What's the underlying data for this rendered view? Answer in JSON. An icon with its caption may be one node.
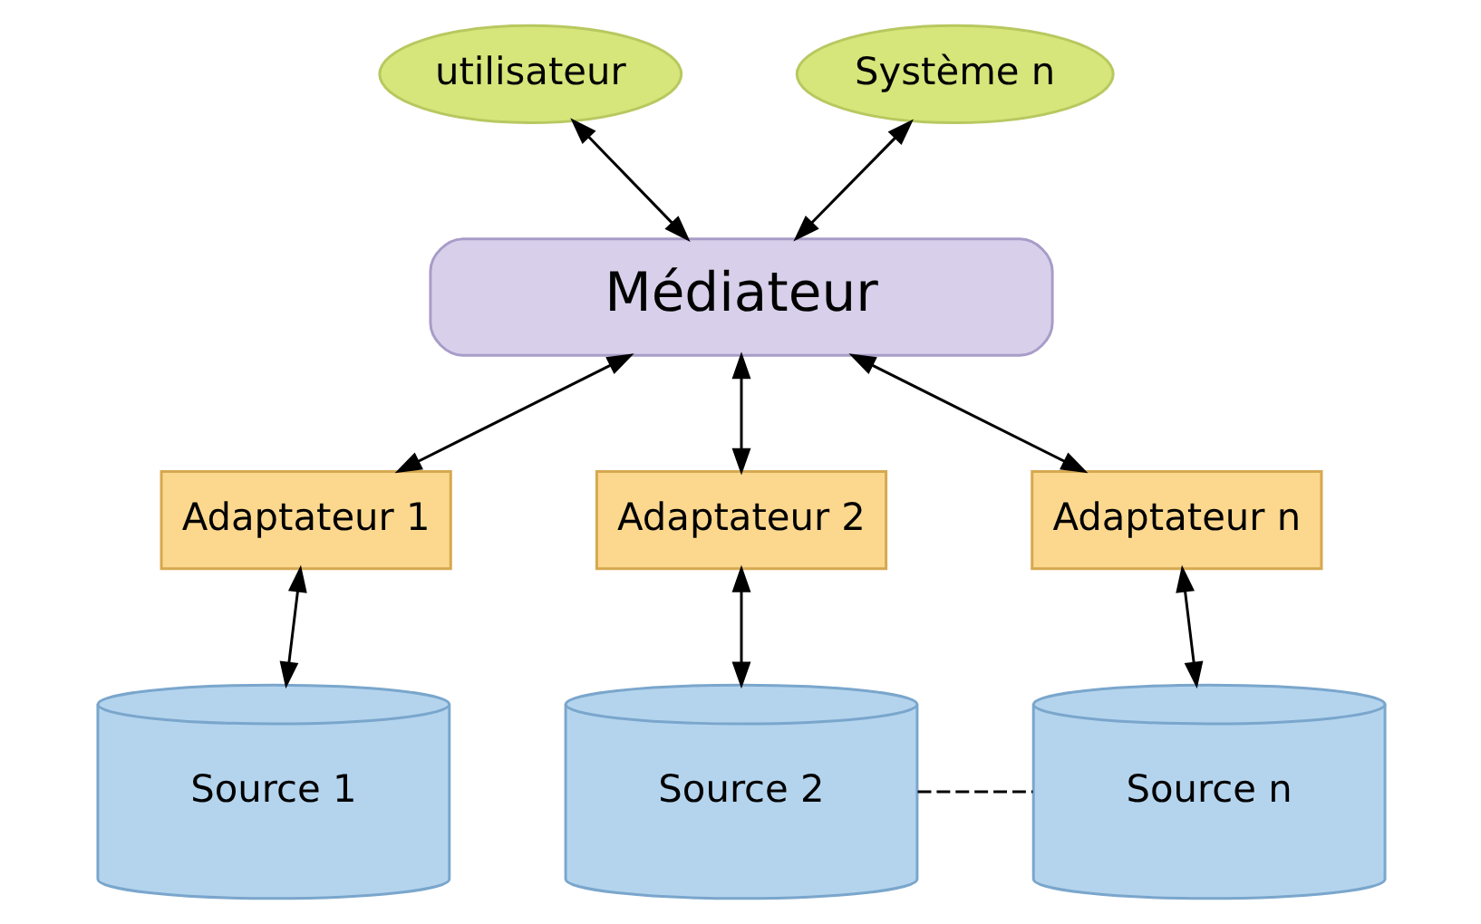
{
  "diagram": {
    "nodes": [
      {
        "text": [
          "utilisateur"
        ]
      },
      {
        "text": [
          "Système n"
        ]
      },
      {
        "text": [
          "Médiateur"
        ]
      },
      {
        "text": [
          "Adaptateur 1"
        ]
      },
      {
        "text": [
          "Adaptateur 2"
        ]
      },
      {
        "text": [
          "Adaptateur n"
        ]
      },
      {
        "text": [
          "Source 1"
        ]
      },
      {
        "text": [
          "Source 2"
        ]
      },
      {
        "text": [
          "Source n"
        ]
      }
    ],
    "edges": [
      {
        "from": 0,
        "to": 2,
        "arrow": "both"
      },
      {
        "from": 1,
        "to": 2,
        "arrow": "both"
      },
      {
        "from": 2,
        "to": 3,
        "arrow": "both"
      },
      {
        "from": 2,
        "to": 4,
        "arrow": "both"
      },
      {
        "from": 2,
        "to": 5,
        "arrow": "both"
      },
      {
        "from": 3,
        "to": 6,
        "arrow": "both"
      },
      {
        "from": 4,
        "to": 7,
        "arrow": "both"
      },
      {
        "from": 5,
        "to": 8,
        "arrow": "both"
      },
      {
        "from": 7,
        "to": 8,
        "arrow": "none",
        "style": "dashed"
      }
    ]
  }
}
